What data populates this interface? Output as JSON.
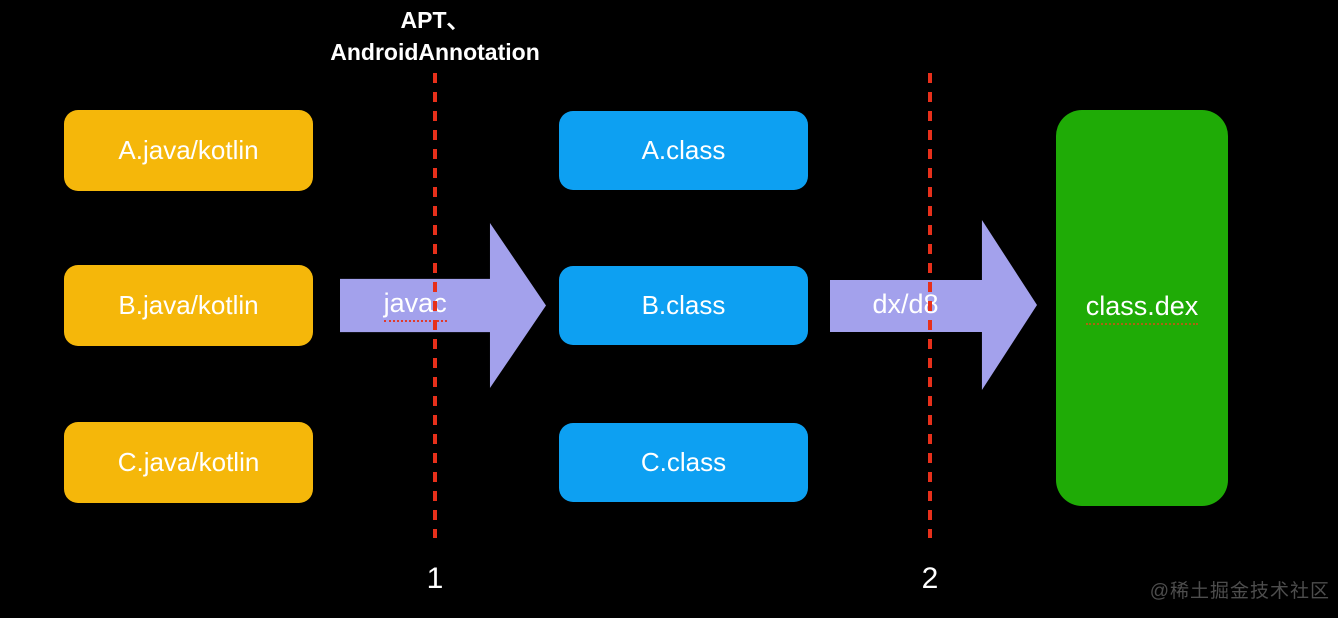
{
  "title": {
    "line1": "APT、",
    "line2": "AndroidAnnotation"
  },
  "nodes": {
    "sources": [
      {
        "label": "A.java/kotlin"
      },
      {
        "label": "B.java/kotlin"
      },
      {
        "label": "C.java/kotlin"
      }
    ],
    "classes": [
      {
        "label": "A.class"
      },
      {
        "label": "B.class"
      },
      {
        "label": "C.class"
      }
    ],
    "dex": {
      "label": "class.dex"
    }
  },
  "arrows": [
    {
      "label": "javac"
    },
    {
      "label": "dx/d8"
    }
  ],
  "markers": [
    {
      "label": "1"
    },
    {
      "label": "2"
    }
  ],
  "watermark": "@稀土掘金技术社区",
  "colors": {
    "source": "#F5B70A",
    "cls": "#0DA0F2",
    "dex": "#1FAB06",
    "arrow": "#A3A1EC",
    "dash": "#E7301B"
  }
}
